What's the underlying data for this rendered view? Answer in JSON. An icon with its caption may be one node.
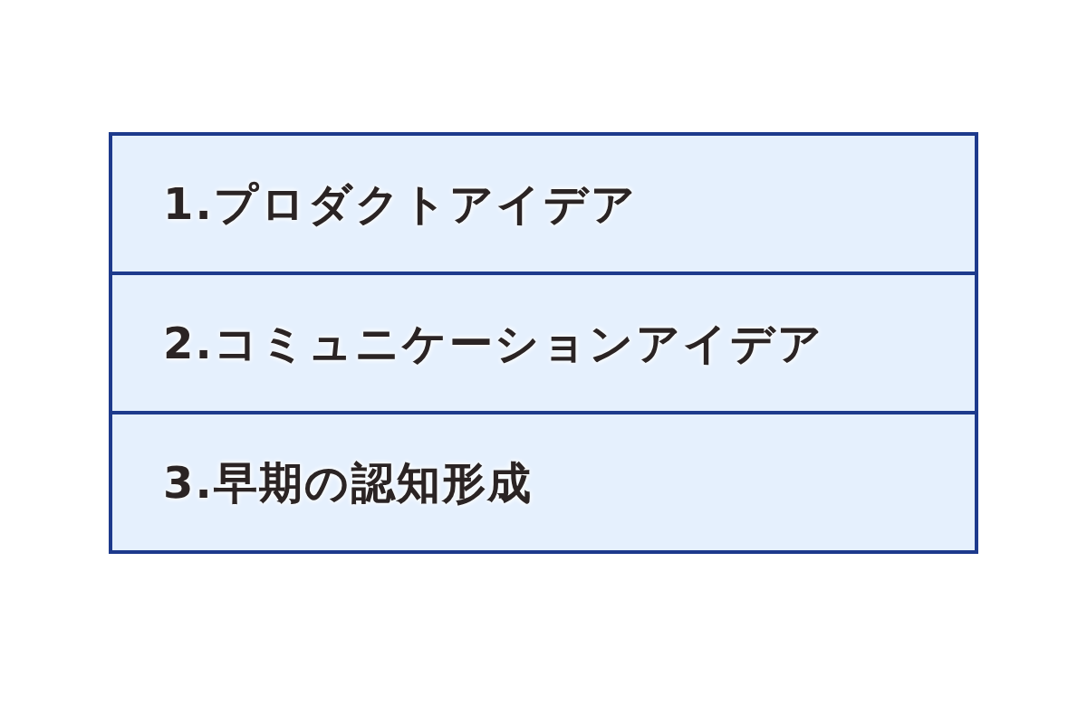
{
  "diagram": {
    "nodes": [
      {
        "text": [
          "1.プロダクトアイデア"
        ]
      },
      {
        "text": [
          "2.コミュニケーションアイデア"
        ]
      },
      {
        "text": [
          "3.早期の認知形成"
        ]
      }
    ]
  }
}
